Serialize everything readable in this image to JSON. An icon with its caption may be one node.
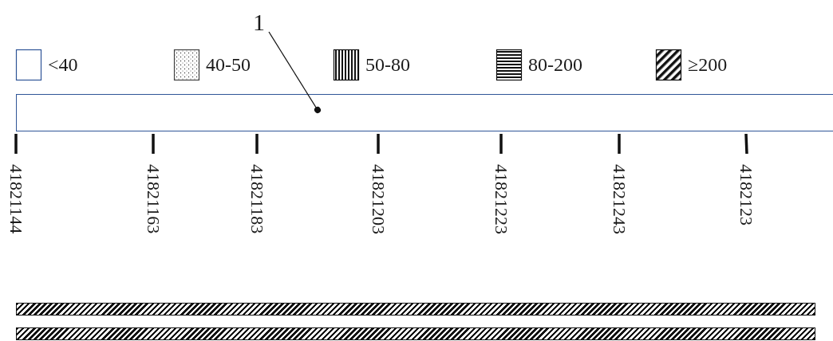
{
  "diagram": {
    "nodes": [
      {
        "text": [
          "1"
        ]
      },
      {
        "text": [],
        "shape": "bar"
      },
      {
        "text": [],
        "shape": "bar"
      },
      {
        "text": [],
        "shape": "bar"
      }
    ],
    "edges": [
      {
        "from": 0,
        "to": 1,
        "arrow": "other"
      }
    ],
    "labels": [
      "41821144",
      "41821163",
      "41821183",
      "41821203",
      "41821223",
      "41821243",
      "4182123"
    ],
    "legend": [
      {
        "text": "<40"
      },
      {
        "text": "40-50"
      },
      {
        "text": "50-80"
      },
      {
        "text": "80-200"
      },
      {
        "text": "≥200"
      }
    ]
  }
}
